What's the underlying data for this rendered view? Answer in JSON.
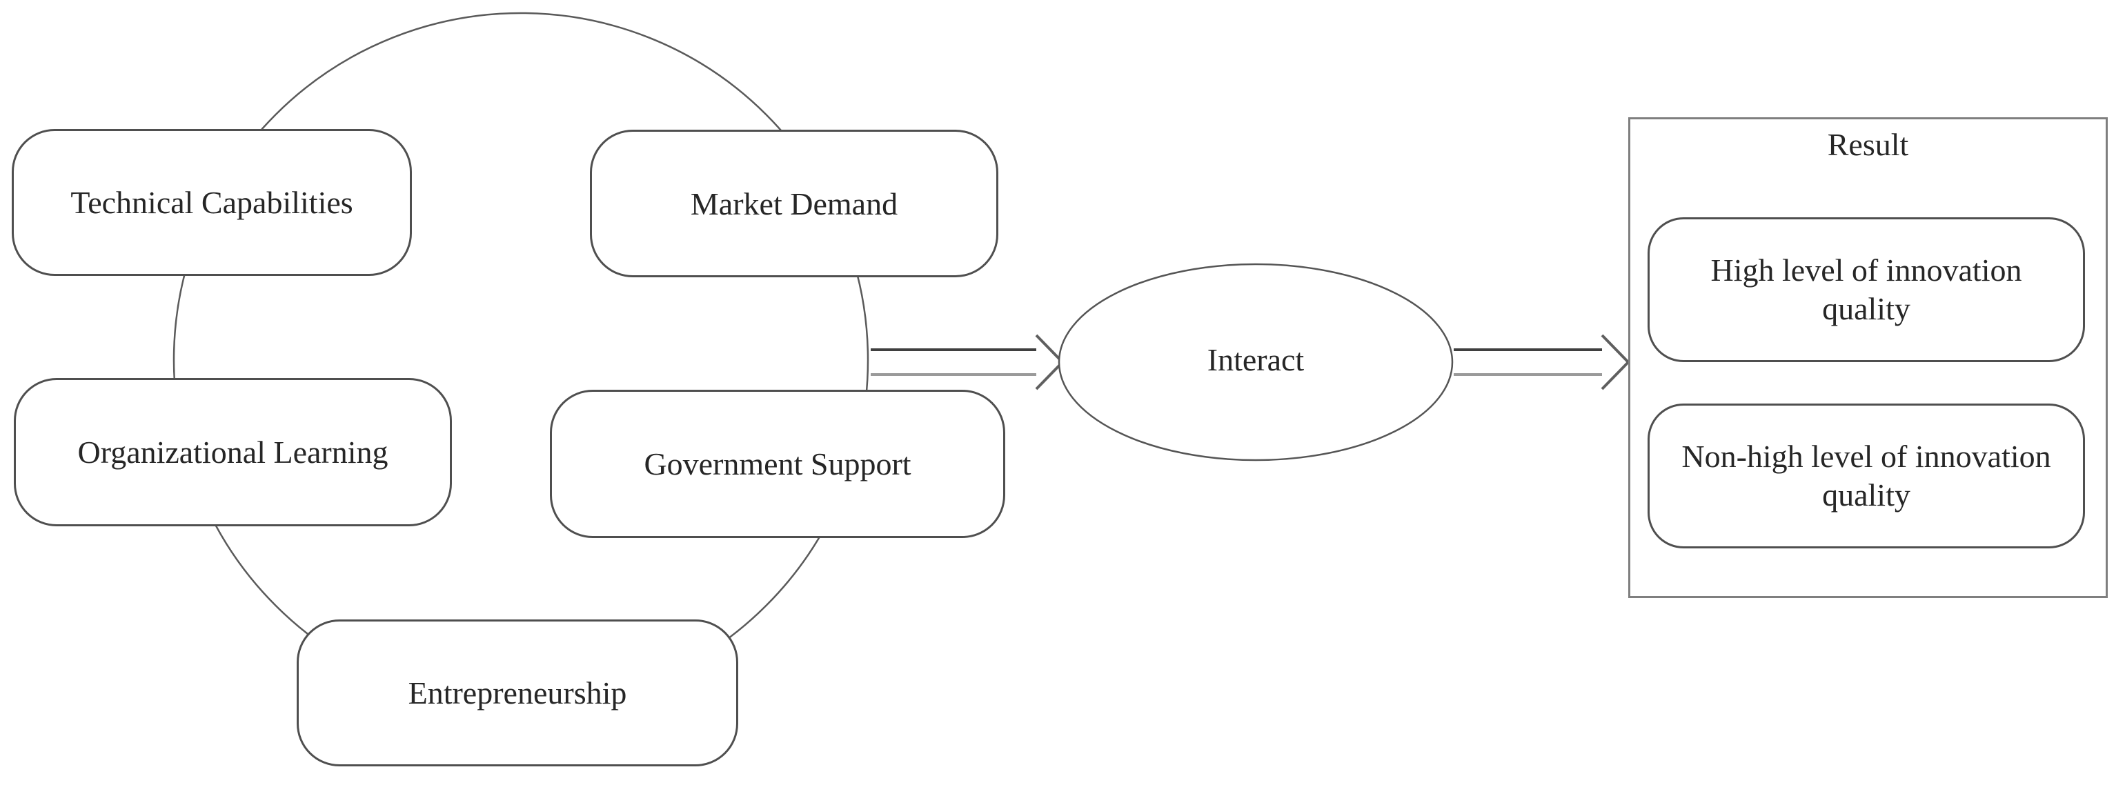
{
  "diagram": {
    "factors": [
      {
        "id": "technical",
        "label": "Technical Capabilities"
      },
      {
        "id": "market",
        "label": "Market Demand"
      },
      {
        "id": "organizational",
        "label": "Organizational Learning"
      },
      {
        "id": "government",
        "label": "Government Support"
      },
      {
        "id": "entrepreneurship",
        "label": "Entrepreneurship"
      }
    ],
    "process": {
      "label": "Interact"
    },
    "result": {
      "title": "Result",
      "outcomes": [
        {
          "id": "high",
          "label": "High level of innovation quality"
        },
        {
          "id": "non-high",
          "label": "Non-high level of innovation quality"
        }
      ]
    },
    "colors": {
      "background": "#ffffff",
      "shape_stroke": "#4f4f4f",
      "circle_stroke": "#5a5a5a",
      "panel_border": "#7f7f7f",
      "text": "#262626",
      "arrow_dark": "#3f3f3f",
      "arrow_light": "#9a9a9a"
    }
  }
}
